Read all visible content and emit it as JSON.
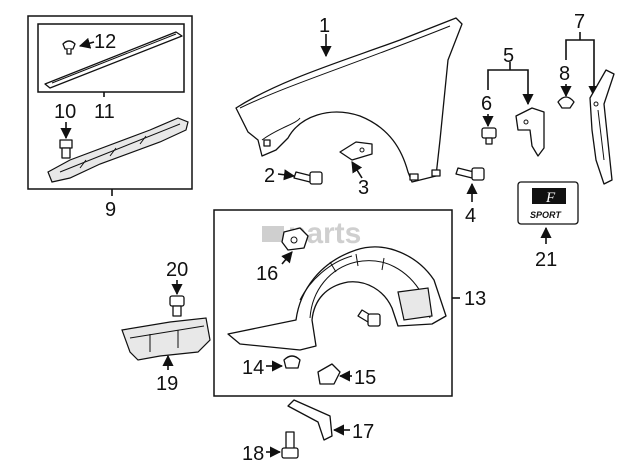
{
  "diagram": {
    "callouts": [
      "1",
      "2",
      "3",
      "4",
      "5",
      "6",
      "7",
      "8",
      "9",
      "10",
      "11",
      "12",
      "13",
      "14",
      "15",
      "16",
      "17",
      "18",
      "19",
      "20",
      "21"
    ],
    "watermark": "parts",
    "emblem_text": "SPORT",
    "emblem_letter": "F"
  }
}
